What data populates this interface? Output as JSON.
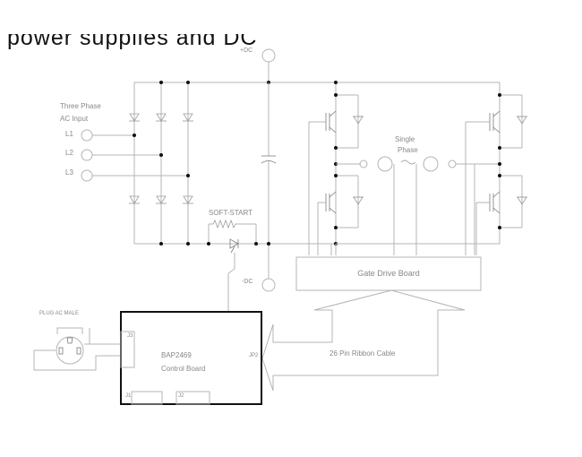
{
  "page": {
    "heading": "power supplies and DC"
  },
  "diagram": {
    "input_title": [
      "Three Phase",
      "AC Input"
    ],
    "phase_labels": [
      "L1",
      "L2",
      "L3"
    ],
    "plus_dc": "+DC",
    "minus_dc": "-DC",
    "soft_start": "SOFT-START",
    "output_title": [
      "Single",
      "Phase"
    ],
    "gate_drive": "Gate Drive Board",
    "plug": "PLUG AC MALE",
    "controller": {
      "name": "BAP2469",
      "subtitle": "Control Board",
      "jumpers": [
        "J3",
        "JP2",
        "J1",
        "J2"
      ]
    },
    "ribbon": "26 Pin Ribbon Cable"
  }
}
